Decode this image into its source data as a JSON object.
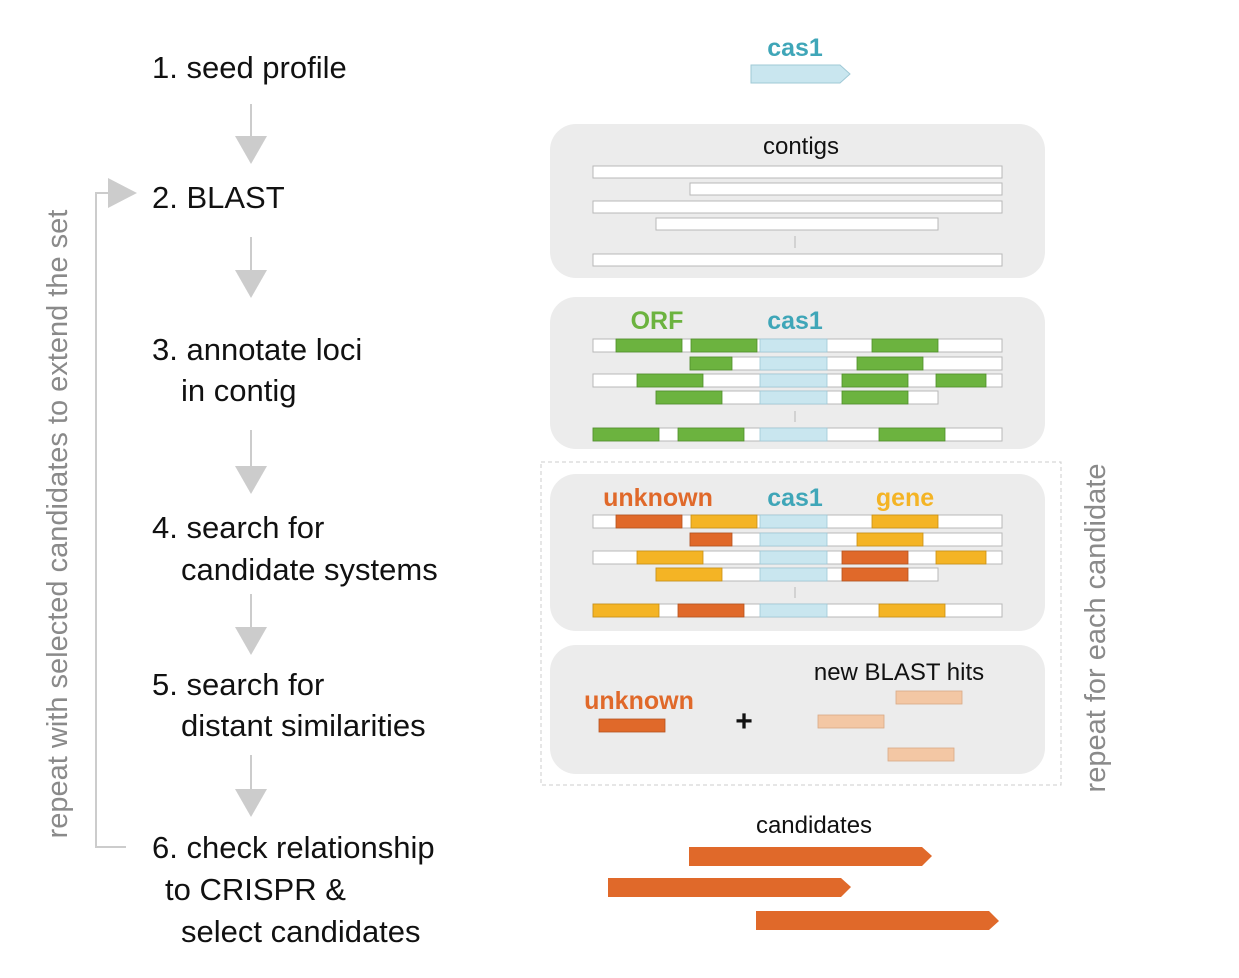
{
  "steps": [
    {
      "lines": [
        "1. seed profile"
      ]
    },
    {
      "lines": [
        "2. BLAST"
      ]
    },
    {
      "lines": [
        "3. annotate loci",
        "in contig"
      ]
    },
    {
      "lines": [
        "4. search for",
        "candidate systems"
      ]
    },
    {
      "lines": [
        "5. search for",
        "distant similarities"
      ]
    },
    {
      "lines": [
        "6. check relationship",
        "to CRISPR &",
        "select candidates"
      ]
    }
  ],
  "loop_label": "repeat with selected candidates to extend the set",
  "candidate_loop_label": "repeat for each candidate",
  "labels": {
    "seed_gene": "cas1",
    "contigs": "contigs",
    "orf": "ORF",
    "cas1_annot": "cas1",
    "unknown_search": "unknown",
    "cas1_search": "cas1",
    "gene_search": "gene",
    "unknown_distant": "unknown",
    "plus": "+",
    "new_hits": "new BLAST hits",
    "candidates": "candidates"
  },
  "colors": {
    "cas1": "#c9e6ef",
    "cas1_text": "#3fa6b8",
    "orf": "#6cb33f",
    "orf_text": "#6cb33f",
    "unknown": "#e0692a",
    "unknown_text": "#e0692a",
    "gene": "#f4b425",
    "gene_text": "#f4b425",
    "new_hit": "#f3c7a4",
    "panel": "#ececec",
    "arrow": "#cccccc",
    "loop_text": "#8a8a8a"
  },
  "legend": {
    "green": "ORF",
    "blue": "cas1",
    "orange": "unknown",
    "yellow": "gene"
  }
}
